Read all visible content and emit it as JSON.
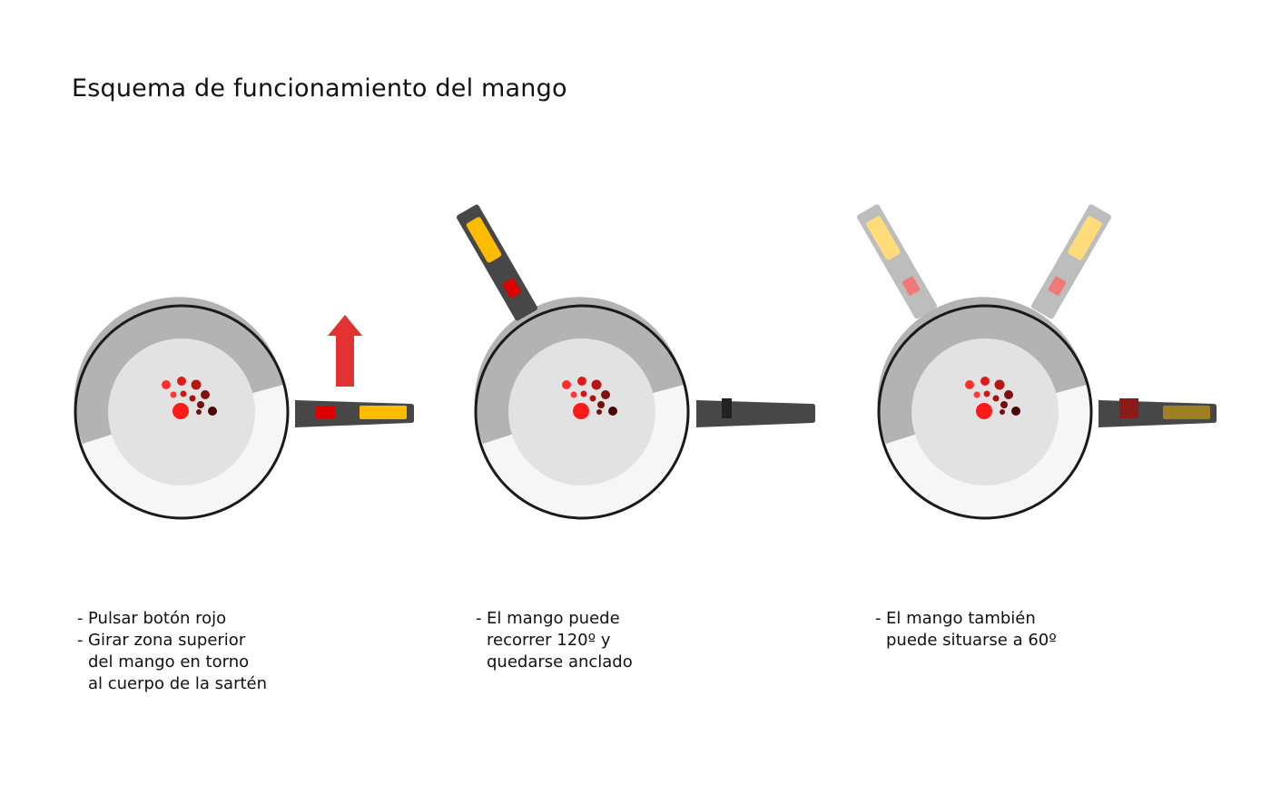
{
  "title": "Esquema de funcionamiento del mango",
  "colors": {
    "pan_outline": "#1a1a1a",
    "pan_rim_dark": "#b3b3b3",
    "pan_rim_light": "#f6f6f6",
    "pan_base": "#e2e2e2",
    "handle": "#474747",
    "button_red": "#dd0000",
    "grip_yellow": "#ffbb00",
    "arrow_red": "#e23232"
  },
  "panels": [
    {
      "name": "paso-1",
      "caption": [
        {
          "lines": [
            "Pulsar botón rojo"
          ]
        },
        {
          "lines": [
            "Girar zona superior",
            "del mango en torno",
            "al cuerpo de la sartén"
          ]
        }
      ]
    },
    {
      "name": "paso-2",
      "caption": [
        {
          "lines": [
            "El mango puede",
            "recorrer 120º y",
            "quedarse anclado"
          ]
        }
      ]
    },
    {
      "name": "paso-3",
      "caption": [
        {
          "lines": [
            "El mango también",
            "puede situarse a 60º"
          ]
        }
      ]
    }
  ],
  "icons": {
    "arrow": "arrow-up-icon",
    "logo": "dot-pattern-logo-icon"
  }
}
